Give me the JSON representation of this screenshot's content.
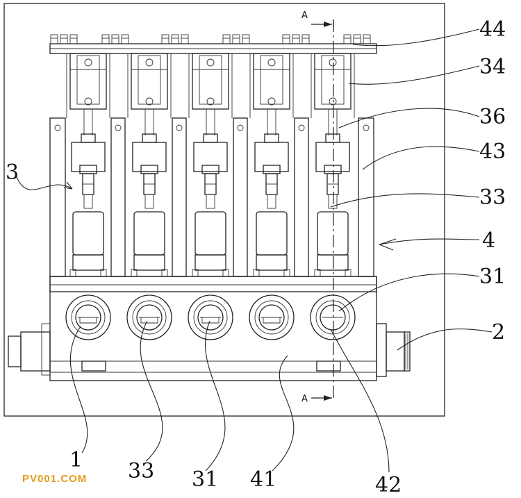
{
  "drawing": {
    "watermark": "PV001.COM",
    "section_marker_top": "A",
    "section_marker_bottom": "A",
    "callouts": {
      "c44": "44",
      "c34": "34",
      "c36": "36",
      "c43": "43",
      "c33_right": "33",
      "c4": "4",
      "c31_right": "31",
      "c2": "2",
      "c3": "3",
      "c1": "1",
      "c33_bottom": "33",
      "c31_bottom": "31",
      "c41": "41",
      "c42": "42"
    },
    "colors": {
      "line": "#222222",
      "watermark": "#e39a1f",
      "background": "#ffffff"
    }
  }
}
